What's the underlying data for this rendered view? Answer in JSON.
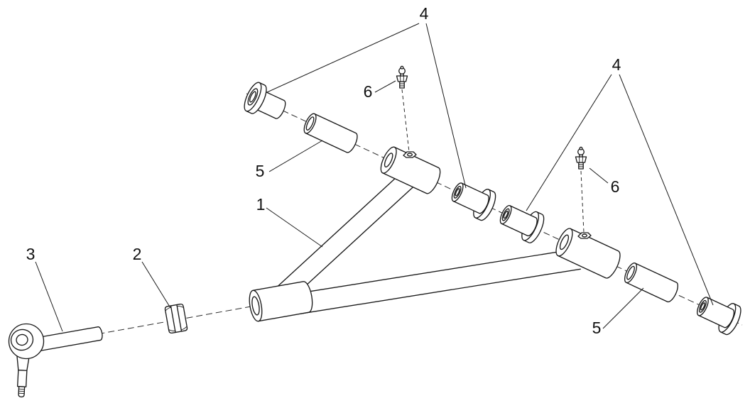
{
  "colors": {
    "background": "#ffffff",
    "line": "#1a1a1a",
    "label_text": "#111111"
  },
  "callouts": {
    "label_1": "1",
    "label_2": "2",
    "label_3": "3",
    "label_4_top": "4",
    "label_4_right": "4",
    "label_5_left": "5",
    "label_5_right": "5",
    "label_6_left": "6",
    "label_6_right": "6"
  }
}
